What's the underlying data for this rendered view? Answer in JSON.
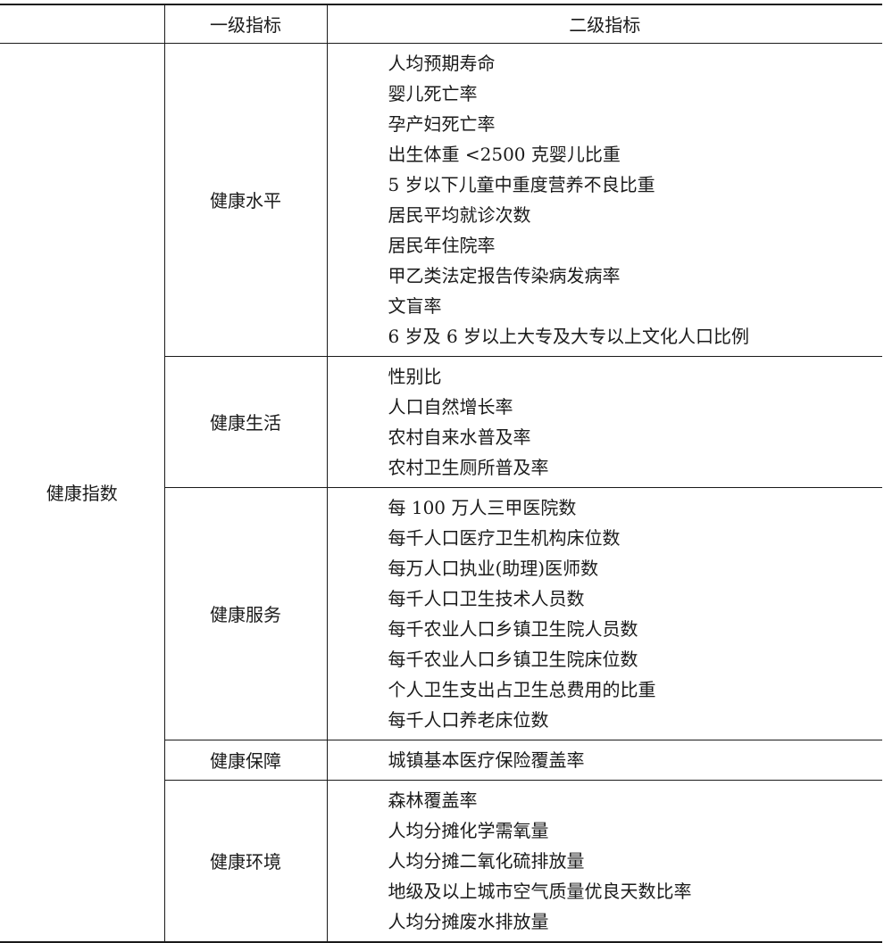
{
  "table": {
    "headers": [
      "",
      "一级指标",
      "二级指标"
    ],
    "root": "健康指数",
    "groups": [
      {
        "level1": "健康水平",
        "items": [
          "人均预期寿命",
          "婴儿死亡率",
          "孕产妇死亡率",
          "出生体重 <2500 克婴儿比重",
          "5 岁以下儿童中重度营养不良比重",
          "居民平均就诊次数",
          "居民年住院率",
          "甲乙类法定报告传染病发病率",
          "文盲率",
          "6 岁及 6 岁以上大专及大专以上文化人口比例"
        ]
      },
      {
        "level1": "健康生活",
        "items": [
          "性别比",
          "人口自然增长率",
          "农村自来水普及率",
          "农村卫生厕所普及率"
        ]
      },
      {
        "level1": "健康服务",
        "items": [
          "每 100 万人三甲医院数",
          "每千人口医疗卫生机构床位数",
          "每万人口执业(助理)医师数",
          "每千人口卫生技术人员数",
          "每千农业人口乡镇卫生院人员数",
          "每千农业人口乡镇卫生院床位数",
          "个人卫生支出占卫生总费用的比重",
          "每千人口养老床位数"
        ]
      },
      {
        "level1": "健康保障",
        "items": [
          "城镇基本医疗保险覆盖率"
        ]
      },
      {
        "level1": "健康环境",
        "items": [
          "森林覆盖率",
          "人均分摊化学需氧量",
          "人均分摊二氧化硫排放量",
          "地级及以上城市空气质量优良天数比率",
          "人均分摊废水排放量"
        ]
      }
    ]
  }
}
